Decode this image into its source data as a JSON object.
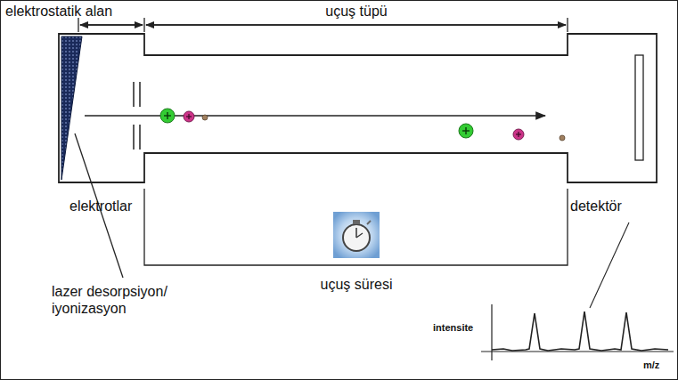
{
  "diagram": {
    "labels": [
      "elektrostatik alan",
      "uçuş tüpü",
      "elektrotlar",
      "detektör",
      "lazer desorpsiyon/ iyonizasyon",
      "uçuş süresi",
      "intensite",
      "m/z"
    ]
  }
}
